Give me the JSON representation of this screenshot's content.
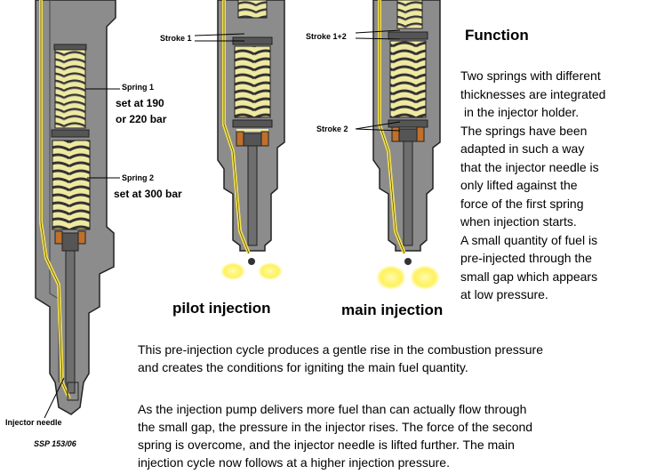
{
  "labels": {
    "stroke1": "Stroke 1",
    "stroke12": "Stroke 1+2",
    "stroke2": "Stroke 2",
    "spring1": "Spring 1",
    "spring1_setting": [
      "set at 190",
      "or 220 bar"
    ],
    "spring2": "Spring 2",
    "spring2_setting": "set at 300 bar",
    "injector_needle": "Injector needle",
    "ssp": "SSP 153/06",
    "pilot": "pilot injection",
    "main": "main injection"
  },
  "function": {
    "title": "Function",
    "lines": [
      "Two springs with different",
      "thicknesses are integrated",
      "in the injector holder.",
      "The springs have been",
      "adapted in such a way",
      "that the injector needle is",
      "only lifted against the",
      "force of the first spring",
      "when injection starts.",
      "A small quantity of fuel is",
      "pre-injected through the",
      "small gap which appears",
      "at low pressure."
    ]
  },
  "paragraph1": [
    "This pre-injection cycle produces a gentle rise in the combustion pressure",
    "and creates the conditions for igniting the main fuel quantity."
  ],
  "paragraph2": [
    "As the injection pump delivers more fuel than can actually flow through",
    "the small gap, the pressure in the injector rises. The force of the second",
    "spring is overcome, and the injector needle is lifted further. The main",
    "injection cycle now follows at a higher injection pressure."
  ],
  "colors": {
    "body": "#8c8c8c",
    "dark": "#555555",
    "spring_bg": "#efe9a0",
    "fuel": "#f5e14b",
    "copper": "#c0702a",
    "spray": "#fff04a"
  }
}
